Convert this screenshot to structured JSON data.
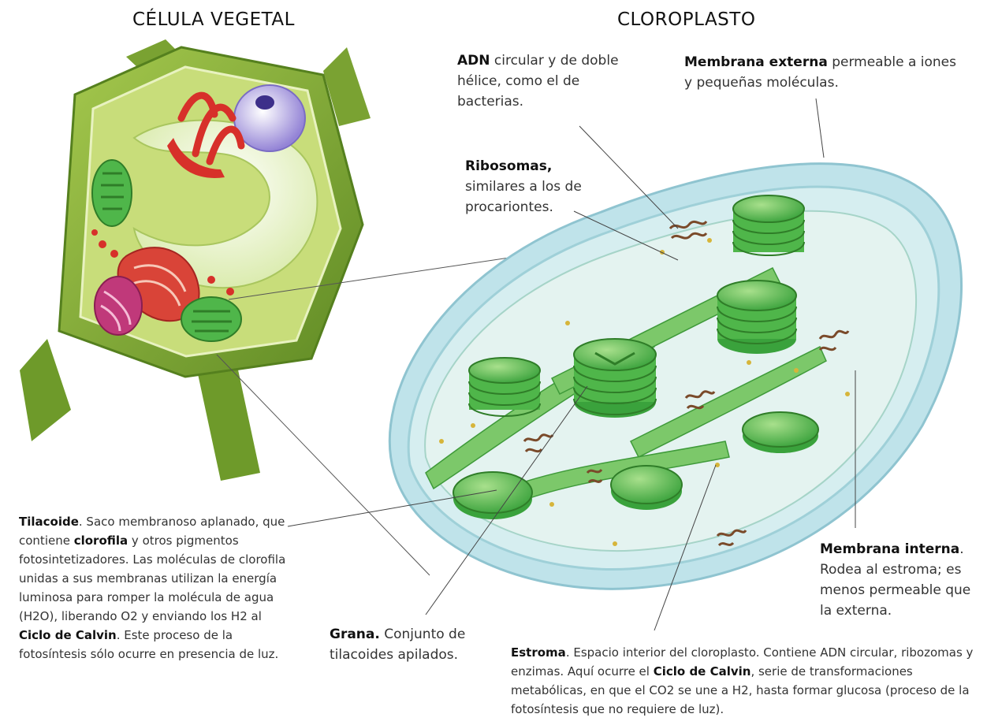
{
  "titles": {
    "cell": "CÉLULA VEGETAL",
    "chloroplast": "CLOROPLASTO"
  },
  "labels": {
    "adn": {
      "term": "ADN",
      "text": " circular y de doble hélice, como el de bacterias."
    },
    "membrana_externa": {
      "term": "Membrana externa",
      "text": " permeable a iones y pequeñas moléculas."
    },
    "ribosomas": {
      "term": "Ribosomas,",
      "text": " similares a los de procariontes."
    },
    "membrana_interna": {
      "term": "Membrana interna",
      "punct": ".",
      "text": "Rodea al estroma; es menos permeable que la externa."
    },
    "grana": {
      "term": "Grana.",
      "text": " Conjunto de tilacoides apilados."
    },
    "tilacoide": {
      "term": "Tilacoide",
      "text1": ". Saco membranoso aplanado, que contiene ",
      "bold1": "clorofila",
      "text2": " y otros pigmentos fotosintetizadores. Las moléculas de clorofila unidas a sus membranas utilizan la energía luminosa para romper la molécula de agua (H2O), liberando O2 y enviando los H2 al ",
      "bold2": "Ciclo de Calvin",
      "text3": ". Este proceso de la fotosíntesis sólo ocurre en presencia de luz."
    },
    "estroma": {
      "term": "Estroma",
      "text1": ". Espacio interior del cloroplasto. Contiene ADN circular, ribozomas y enzimas. Aquí ocurre el ",
      "bold1": "Ciclo de Calvin",
      "text2": ", serie de transformaciones metabólicas, en que el CO2 se une a H2, hasta formar glucosa (proceso de la fotosíntesis que no requiere de luz)."
    }
  },
  "colors": {
    "cell_wall": "#8db33c",
    "cytoplasm": "#c8dd7a",
    "vacuole": "#eef6d6",
    "nucleus": "#a99ae0",
    "golgi": "#d7302a",
    "mitochondrion": "#c0397a",
    "chloroplast_green": "#4fb64a",
    "membrane_blue": "#bfe3ea"
  }
}
